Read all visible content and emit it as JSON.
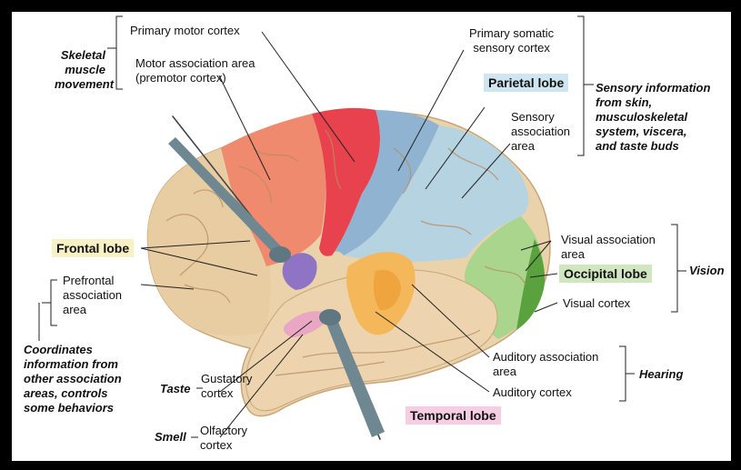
{
  "colors": {
    "frontal_bg": "#f7f1c5",
    "parietal_bg": "#cfe5f0",
    "occipital_bg": "#cfe6bf",
    "temporal_bg": "#f6cde3",
    "frame": "#000000",
    "motor_cortex": "#e8424f",
    "premotor": "#ef8a6e",
    "somatosensory": "#8fb3d0",
    "sensory_assoc": "#b6d3e2",
    "visual_assoc": "#a9d58c",
    "visual_cortex": "#5aa23d",
    "auditory_assoc": "#f4b75a",
    "gustatory": "#8f74c6",
    "brain_base": "#ead2ab"
  },
  "labels": {
    "primary_motor": "Primary motor cortex",
    "motor_assoc": "Motor association area\n(premotor cortex)",
    "primary_somatic": "Primary somatic\nsensory cortex",
    "parietal_lobe": "Parietal lobe",
    "sensory_assoc": "Sensory\nassociation\narea",
    "frontal_lobe": "Frontal lobe",
    "prefrontal": "Prefrontal\nassociation\narea",
    "visual_assoc": "Visual association\narea",
    "occipital_lobe": "Occipital lobe",
    "visual_cortex": "Visual cortex",
    "auditory_assoc": "Auditory association\narea",
    "auditory_cortex": "Auditory cortex",
    "gustatory": "Gustatory\ncortex",
    "olfactory": "Olfactory\ncortex",
    "temporal_lobe": "Temporal lobe"
  },
  "notes": {
    "skeletal": "Skeletal\nmuscle\nmovement",
    "sensory_info": "Sensory information\nfrom skin,\nmusculoskeletal\nsystem, viscera,\nand taste buds",
    "vision": "Vision",
    "hearing": "Hearing",
    "taste": "Taste",
    "smell": "Smell",
    "coordinates": "Coordinates\ninformation from\nother association\nareas, controls\nsome behaviors"
  }
}
